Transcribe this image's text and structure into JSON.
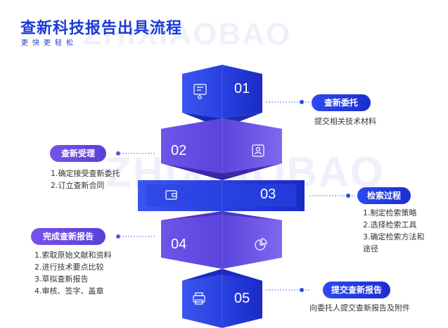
{
  "header": {
    "title": "查新科技报告出具流程",
    "subtitle": "更快更轻松",
    "watermark_top": "ZHIXIAOBAO",
    "watermark_mid": "ZHIXIAOBAO"
  },
  "colors": {
    "blue": "#1c3ad6",
    "purple": "#6c4ae3"
  },
  "steps": [
    {
      "number": "01",
      "label": "查新委托",
      "icon": "certificate-icon",
      "lines": [
        "提交相关技术材料"
      ]
    },
    {
      "number": "02",
      "label": "查新受理",
      "icon": "user-id-icon",
      "lines": [
        "1.确定接受查新委托",
        "2.订立查新合同"
      ]
    },
    {
      "number": "03",
      "label": "检索过程",
      "icon": "wallet-icon",
      "lines": [
        "1.制定检索策略",
        "2.选择检索工具",
        "3.确定检索方法和",
        "途径"
      ]
    },
    {
      "number": "04",
      "label": "完成查新报告",
      "icon": "pie-chart-icon",
      "lines": [
        "1.索取原始文献和资料",
        "2.进行技术要点比较",
        "3.草拟查新报告",
        "4.审核、签字、盖章"
      ]
    },
    {
      "number": "05",
      "label": "提交查新报告",
      "icon": "printer-icon",
      "lines": [
        "向委托人提交查新报告及附件"
      ]
    }
  ]
}
